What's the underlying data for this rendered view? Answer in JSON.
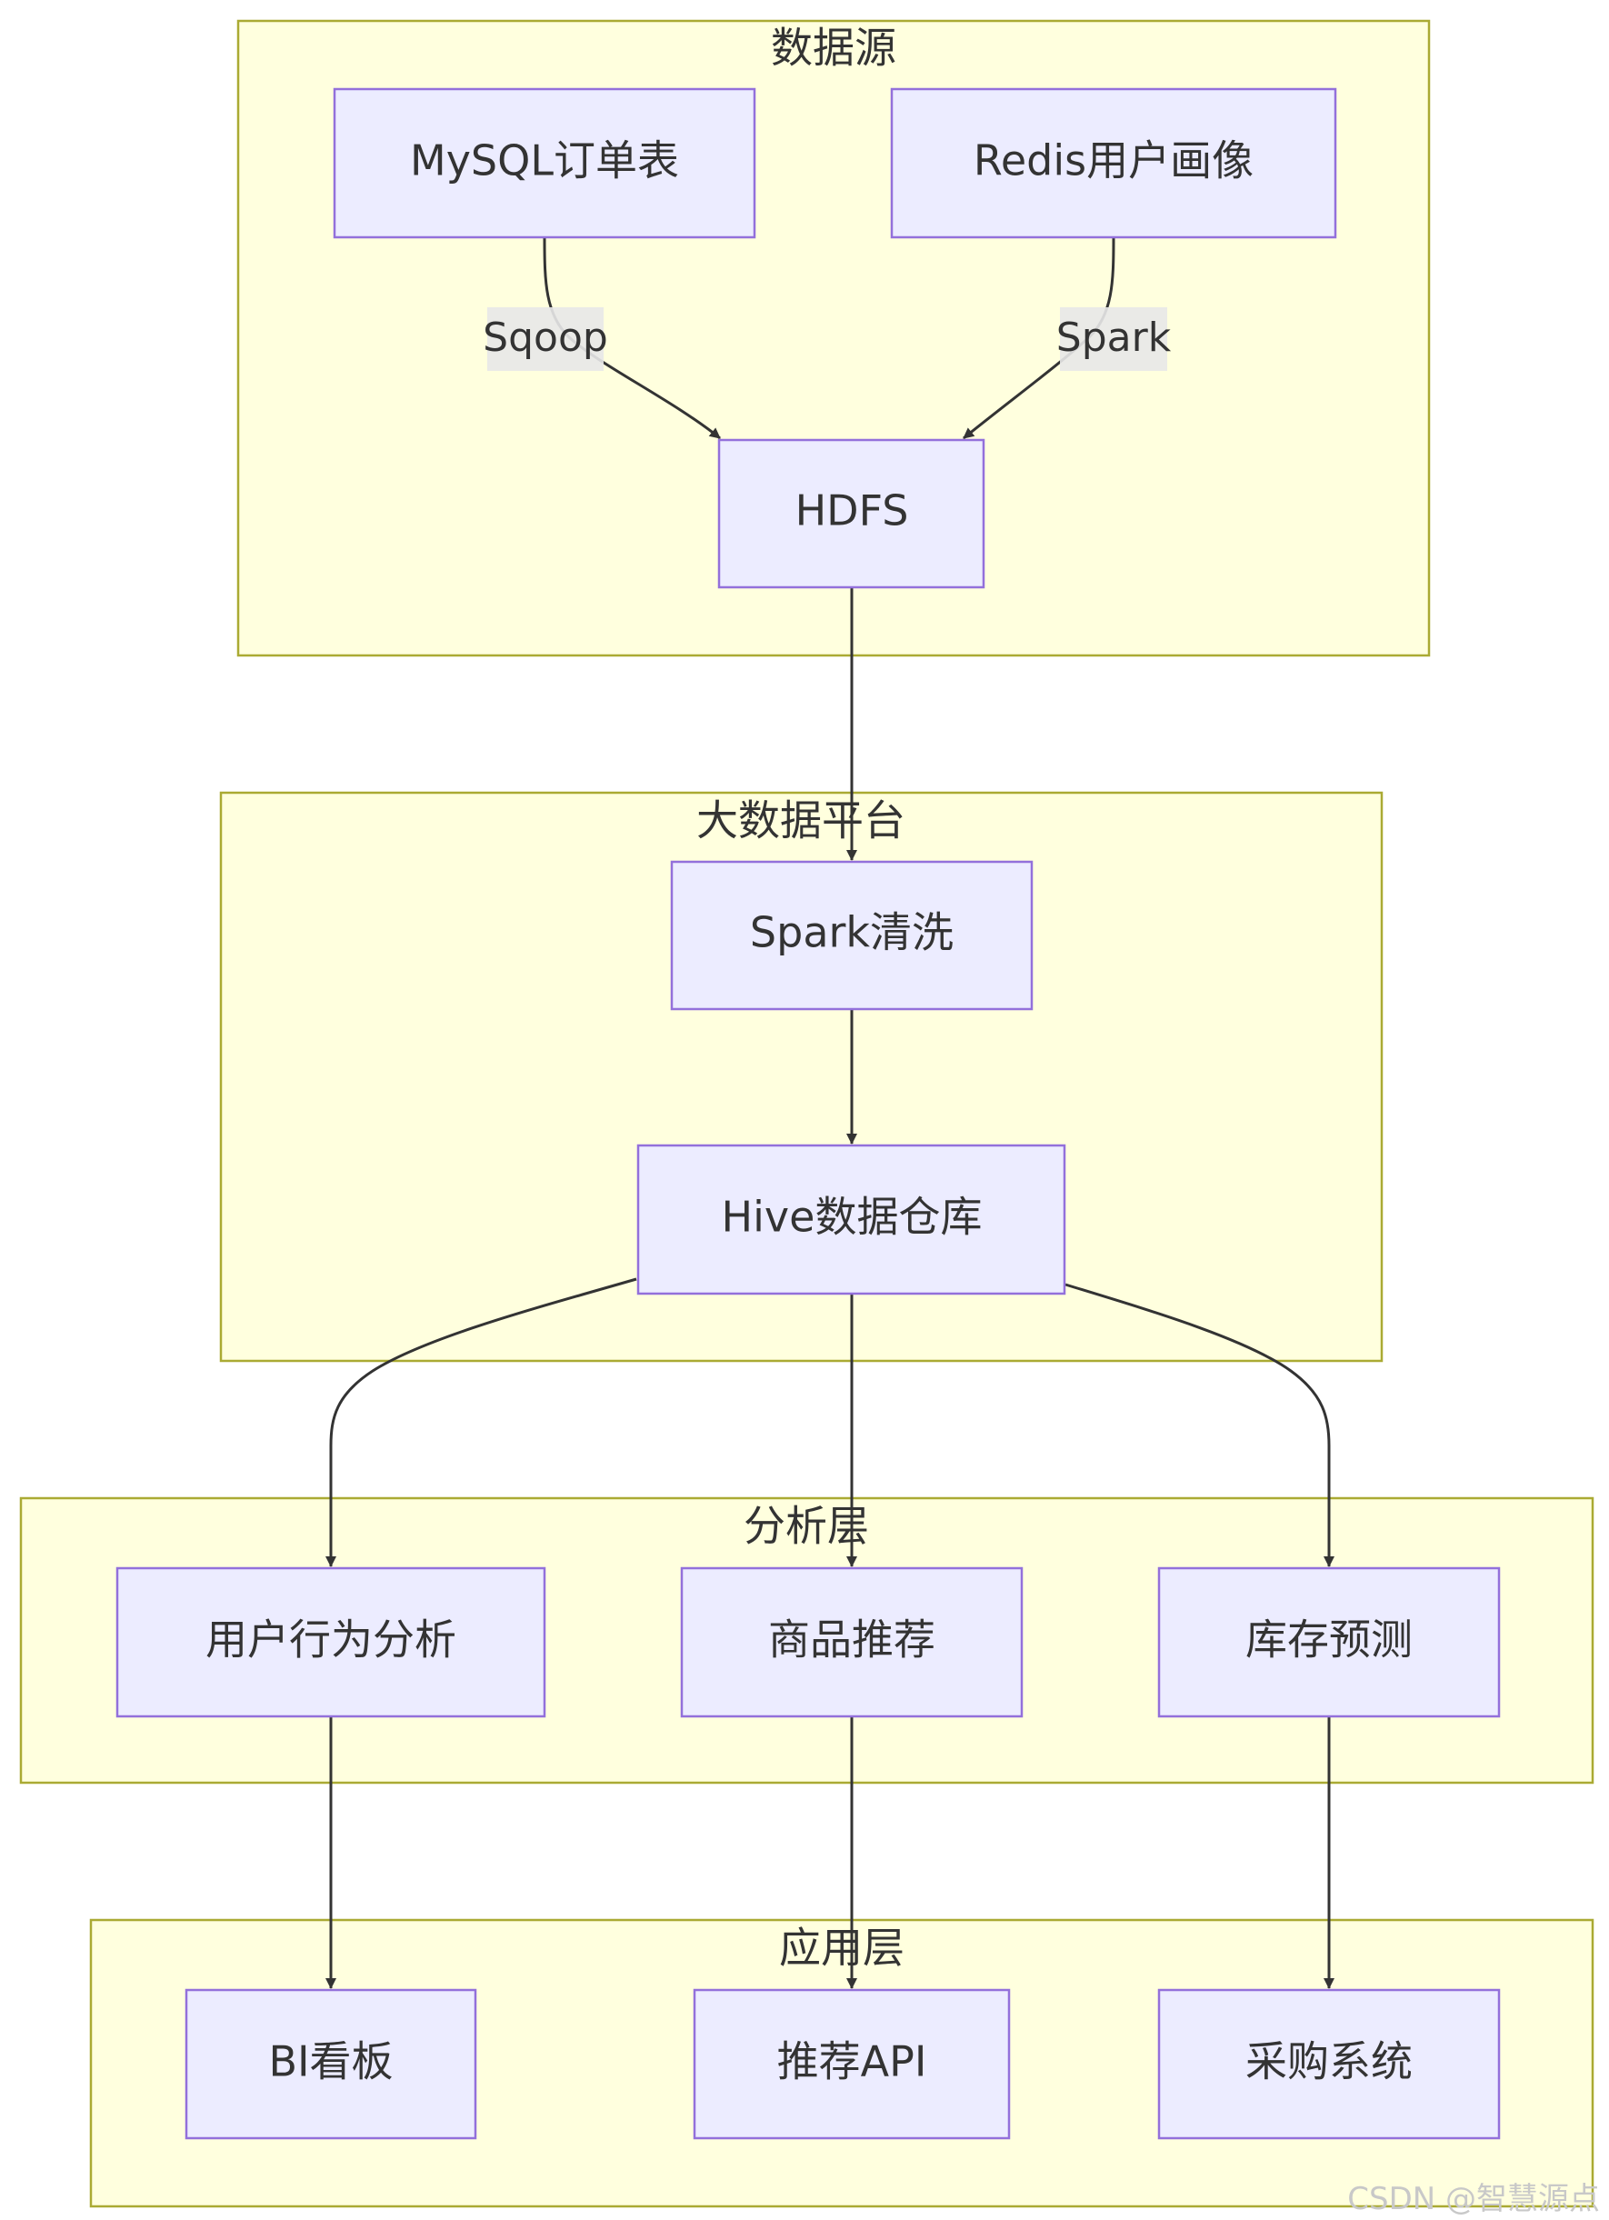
{
  "clusters": {
    "sources": "数据源",
    "platform": "大数据平台",
    "analysis": "分析层",
    "application": "应用层"
  },
  "nodes": {
    "mysql": "MySQL订单表",
    "redis": "Redis用户画像",
    "hdfs": "HDFS",
    "spark_clean": "Spark清洗",
    "hive": "Hive数据仓库",
    "user_behavior": "用户行为分析",
    "recommend": "商品推荐",
    "inventory": "库存预测",
    "bi": "BI看板",
    "recommend_api": "推荐API",
    "purchase": "采购系统"
  },
  "edges": [
    {
      "from": "mysql",
      "to": "hdfs",
      "label": "Sqoop"
    },
    {
      "from": "redis",
      "to": "hdfs",
      "label": "Spark"
    },
    {
      "from": "hdfs",
      "to": "spark_clean",
      "label": ""
    },
    {
      "from": "spark_clean",
      "to": "hive",
      "label": ""
    },
    {
      "from": "hive",
      "to": "user_behavior",
      "label": ""
    },
    {
      "from": "hive",
      "to": "recommend",
      "label": ""
    },
    {
      "from": "hive",
      "to": "inventory",
      "label": ""
    },
    {
      "from": "user_behavior",
      "to": "bi",
      "label": ""
    },
    {
      "from": "recommend",
      "to": "recommend_api",
      "label": ""
    },
    {
      "from": "inventory",
      "to": "purchase",
      "label": ""
    }
  ],
  "edge_labels": {
    "sqoop": "Sqoop",
    "spark": "Spark"
  },
  "colors": {
    "cluster_fill": "#ffffde",
    "cluster_stroke": "#aaaa33",
    "node_fill": "#ececff",
    "node_stroke": "#9370db",
    "edge": "#333333"
  },
  "watermark": "CSDN @智慧源点"
}
